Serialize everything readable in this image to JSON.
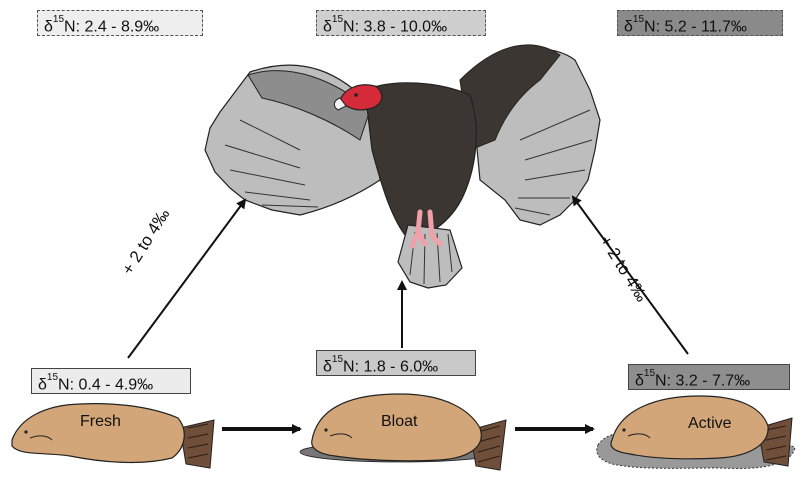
{
  "vulture_labels": [
    {
      "prefix": "δ",
      "sup": "15",
      "text": "N: 2.4 - 8.9‰"
    },
    {
      "prefix": "δ",
      "sup": "15",
      "text": "N: 3.8 - 10.0‰"
    },
    {
      "prefix": "δ",
      "sup": "15",
      "text": "N: 5.2 - 11.7‰"
    }
  ],
  "stages": [
    {
      "name": "Fresh",
      "prefix": "δ",
      "sup": "15",
      "text": "N: 0.4 - 4.9‰"
    },
    {
      "name": "Bloat",
      "prefix": "δ",
      "sup": "15",
      "text": "N: 1.8 - 6.0‰"
    },
    {
      "name": "Active",
      "prefix": "δ",
      "sup": "15",
      "text": "N: 3.2 - 7.7‰"
    }
  ],
  "enrichment": {
    "left": "+ 2 to 4‰",
    "right": "+ 2 to 4‰"
  },
  "colors": {
    "beaver_fill": "#d2a679",
    "vulture_body": "#3b3631",
    "vulture_wing": "#bdbdbd",
    "vulture_head": "#d42a3a"
  }
}
